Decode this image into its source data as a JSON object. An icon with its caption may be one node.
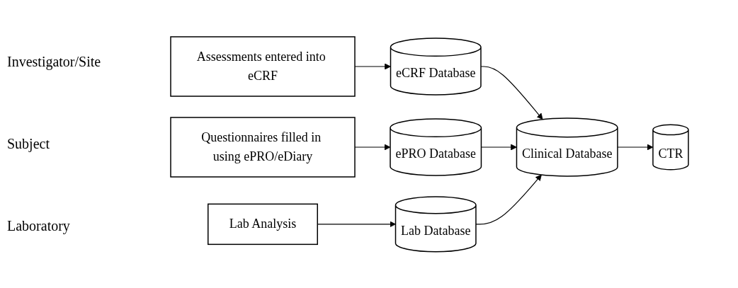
{
  "diagram": {
    "nodes": [
      {
        "text": [
          "Assessments entered into eCRF"
        ]
      },
      {
        "text": [
          "eCRF Database"
        ]
      },
      {
        "text": [
          "Questionnaires filled in using ePRO/eDiary"
        ]
      },
      {
        "text": [
          "ePRO Database"
        ]
      },
      {
        "text": [
          "Lab Analysis"
        ]
      },
      {
        "text": [
          "Lab Database"
        ]
      },
      {
        "text": [
          "Clinical Database"
        ]
      },
      {
        "text": [
          "CTR"
        ]
      }
    ],
    "edges": [
      {
        "from": 0,
        "to": 1,
        "arrow": "to"
      },
      {
        "from": 1,
        "to": 6,
        "arrow": "to"
      },
      {
        "from": 2,
        "to": 3,
        "arrow": "to"
      },
      {
        "from": 3,
        "to": 6,
        "arrow": "to"
      },
      {
        "from": 4,
        "to": 5,
        "arrow": "to"
      },
      {
        "from": 5,
        "to": 6,
        "arrow": "to"
      },
      {
        "from": 6,
        "to": 7,
        "arrow": "to"
      }
    ],
    "labels": [
      "Investigator/Site",
      "Subject",
      "Laboratory"
    ]
  }
}
